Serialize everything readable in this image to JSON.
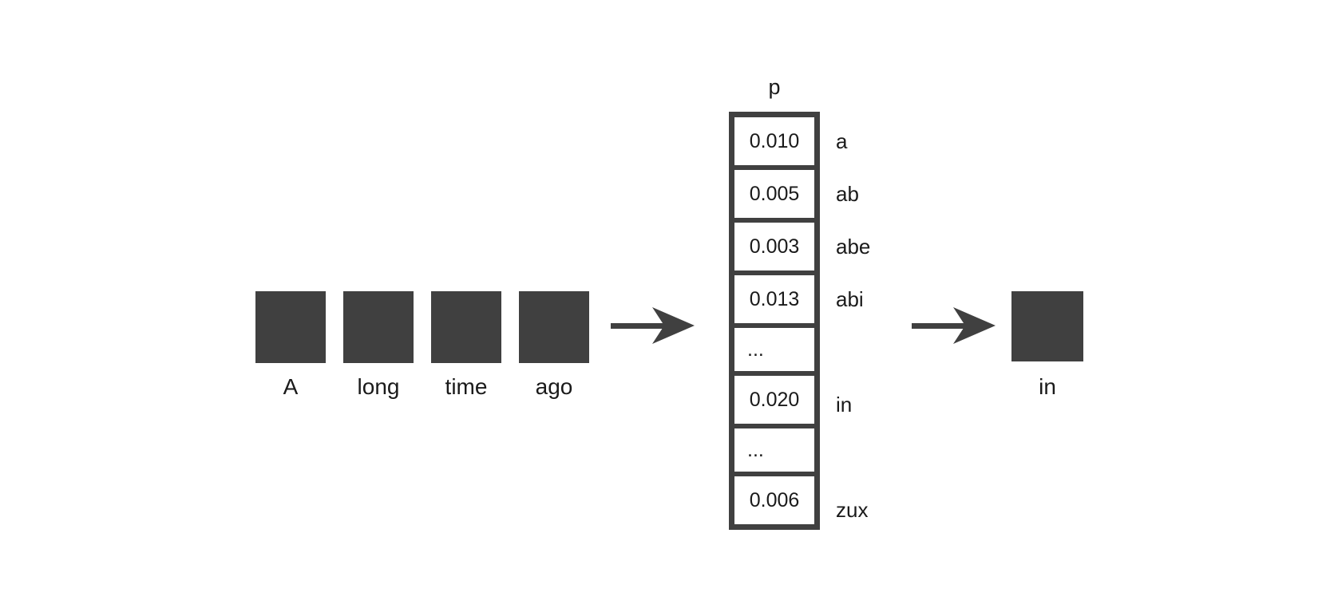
{
  "input_tokens": [
    "A",
    "long",
    "time",
    "ago"
  ],
  "prob_table": {
    "header": "p",
    "rows": [
      {
        "value": "0.010",
        "label": "a"
      },
      {
        "value": "0.005",
        "label": "ab"
      },
      {
        "value": "0.003",
        "label": "abe"
      },
      {
        "value": "0.013",
        "label": "abi"
      },
      {
        "value": "...",
        "label": ""
      },
      {
        "value": "0.020",
        "label": "in"
      },
      {
        "value": "...",
        "label": ""
      },
      {
        "value": "0.006",
        "label": "zux"
      }
    ]
  },
  "output_token": "in",
  "icons": {
    "arrow": "right-arrow"
  },
  "colors": {
    "block": "#404040",
    "table_border": "#404040",
    "text": "#1a1a1a",
    "background": "#ffffff"
  }
}
